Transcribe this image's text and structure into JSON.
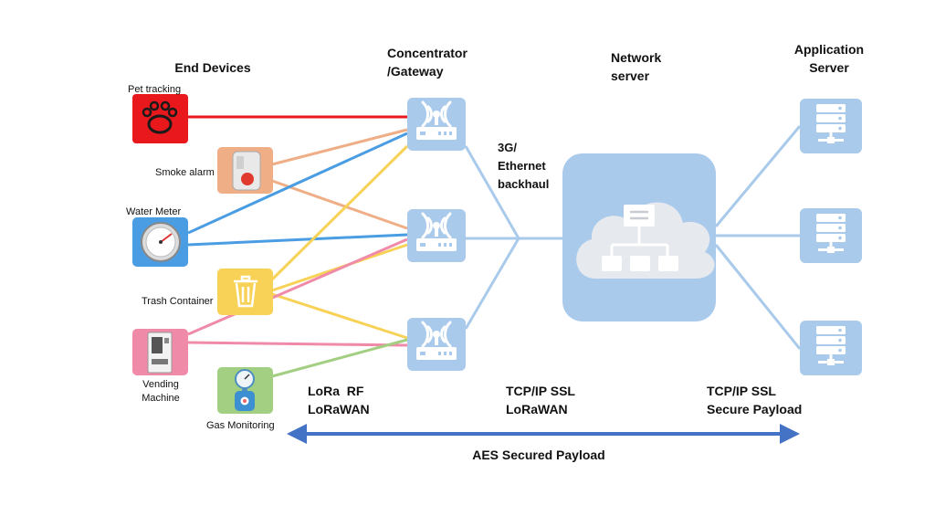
{
  "headers": {
    "end_devices": "End Devices",
    "gateway_line1": "Concentrator",
    "gateway_line2": "/Gateway",
    "network_line1": "Network",
    "network_line2": "server",
    "app_line1": "Application",
    "app_line2": "Server"
  },
  "devices": {
    "pet": "Pet tracking",
    "smoke": "Smoke alarm",
    "water": "Water Meter",
    "trash": "Trash Container",
    "vending_line1": "Vending",
    "vending_line2": "Machine",
    "gas": "Gas Monitoring"
  },
  "backhaul": {
    "line1": "3G/",
    "line2": "Ethernet",
    "line3": "backhaul"
  },
  "protocols": {
    "lora_line1": "LoRa  RF",
    "lora_line2": "LoRaWAN",
    "tcp1_line1": "TCP/IP SSL",
    "tcp1_line2": "LoRaWAN",
    "tcp2_line1": "TCP/IP SSL",
    "tcp2_line2": "Secure Payload"
  },
  "arrow_label": "AES Secured Payload",
  "colors": {
    "pet": "#e8181c",
    "smoke": "#efae86",
    "water": "#4a9de2",
    "trash": "#f8d257",
    "vending": "#f08aa9",
    "gas": "#a3cf82",
    "node_blue": "#a9caeb",
    "arrow": "#4472c4"
  },
  "icons": {
    "pet": "paw-icon",
    "smoke": "smoke-alarm-icon",
    "water": "gauge-icon",
    "trash": "trash-bin-icon",
    "vending": "vending-machine-icon",
    "gas": "gas-cylinder-icon",
    "gateway": "wireless-router-icon",
    "network": "cloud-network-icon",
    "server": "server-rack-icon"
  }
}
